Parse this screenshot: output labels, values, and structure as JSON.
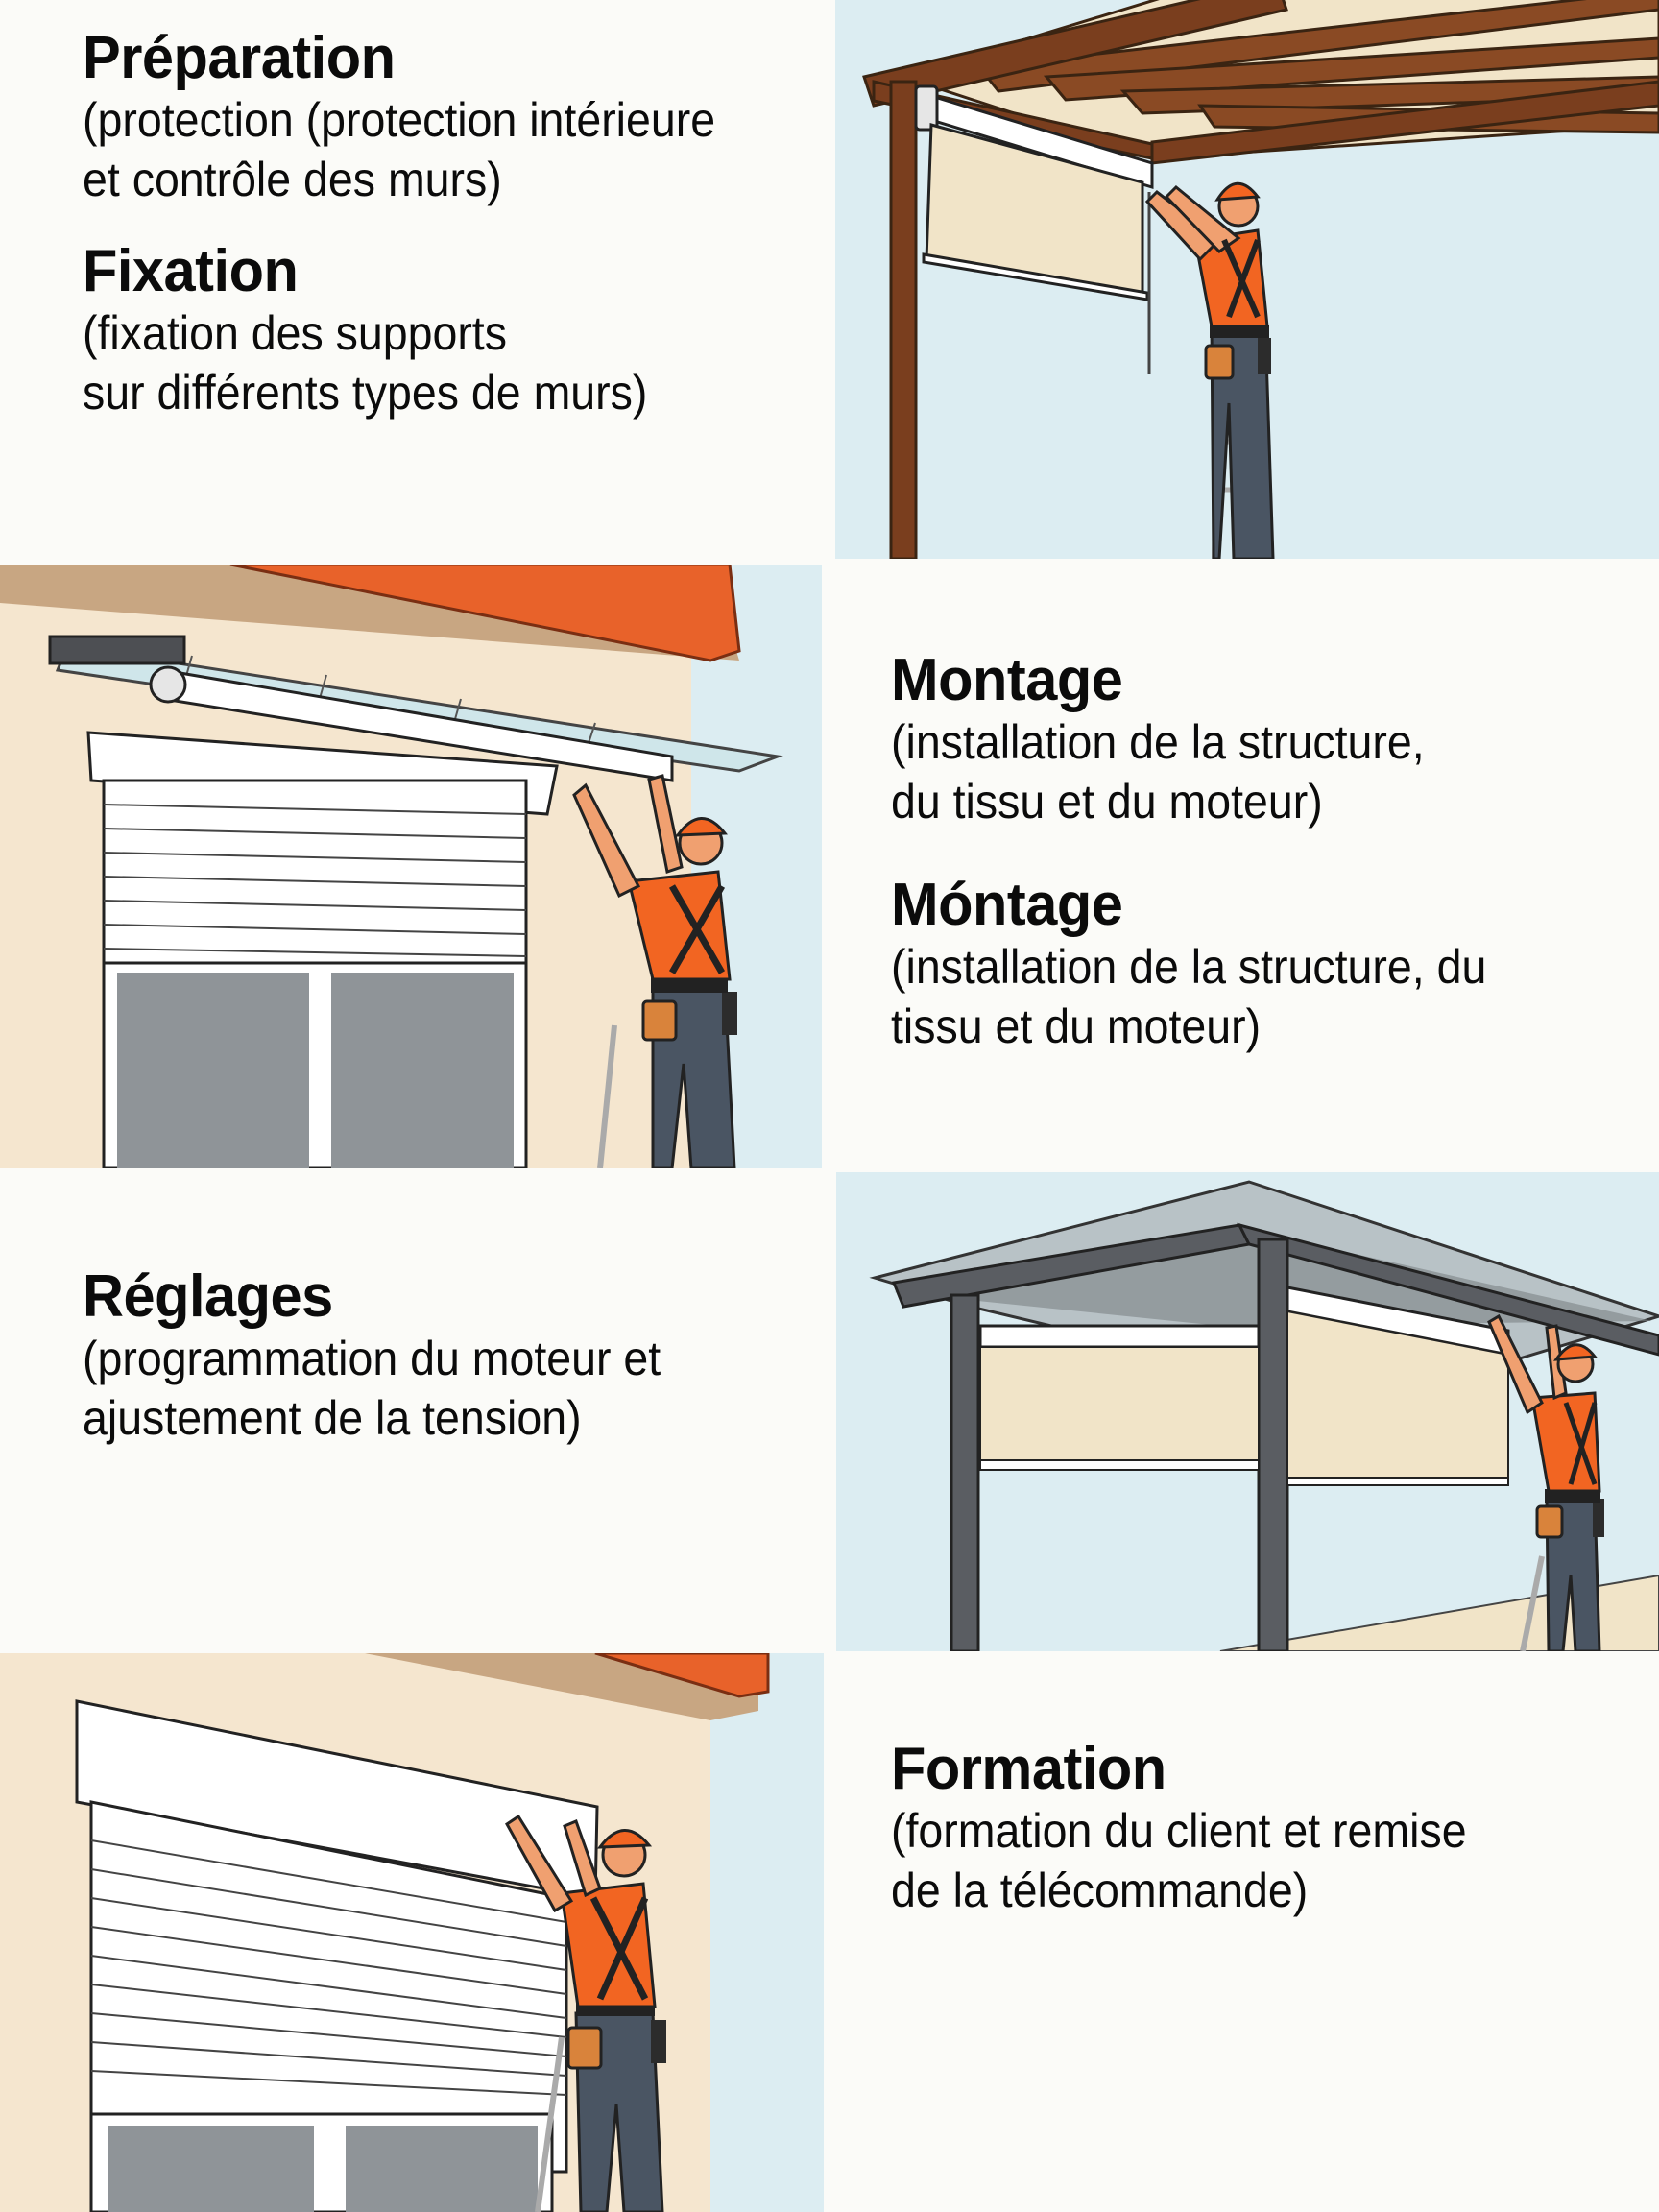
{
  "steps": [
    {
      "id": "preparation",
      "title": "Préparation",
      "description": "(protection (protection intérieure\net contrôle des murs)"
    },
    {
      "id": "fixation",
      "title": "Fixation",
      "description": "(fixation des supports\nsur différents types de murs)"
    },
    {
      "id": "montage-1",
      "title": "Montage",
      "description": "(installation de la structure,\ndu tissu et du moteur)"
    },
    {
      "id": "montage-2",
      "title": "Móntage",
      "description": "(installation de la structure, du\ntissu et du moteur)"
    },
    {
      "id": "reglages",
      "title": "Réglages",
      "description": "(programmation du moteur et\najustement de la tension)"
    },
    {
      "id": "formation",
      "title": "Formation",
      "description": "(formation du client et remise\nde la télécommande)"
    }
  ],
  "illustrations": [
    {
      "id": "wood-pergola-roller-blind",
      "subject": "technician on ladder installing a fabric roller blind under a wooden pergola"
    },
    {
      "id": "wall-awning-roller-shutter",
      "subject": "technician mounting an awning roller beneath a tiled roof above a roller-shutter window"
    },
    {
      "id": "metal-pergola-blinds",
      "subject": "technician fixing roller blinds on a gray metal pergola"
    },
    {
      "id": "window-roller-shutter",
      "subject": "technician adjusting a roller-shutter box above a window"
    }
  ],
  "colors": {
    "background": "#fbfbf8",
    "sky": "#dcedf2",
    "wall": "#f5e6cf",
    "roof_tile": "#e8622a",
    "worker_shirt": "#f26522",
    "worker_pants": "#4a5563",
    "wood": "#7a3e1e",
    "metal": "#5a5d62",
    "fabric": "#f1e4c8",
    "glass": "#8f9498"
  }
}
